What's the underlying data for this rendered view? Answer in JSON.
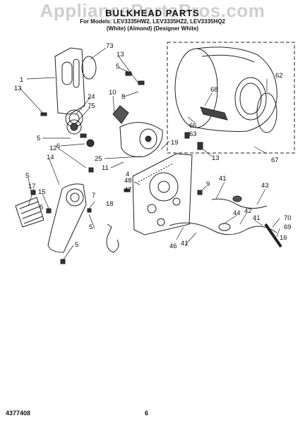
{
  "watermark": "AppliancePartsPros.com",
  "header": {
    "title": "BULKHEAD PARTS",
    "models_line": "For Models: LEV3335HW2, LEV3335HZ2, LEV3335HQ2",
    "colors_line": "(White)     (Almond) (Designer White)"
  },
  "footer": {
    "doc_number": "4377408",
    "page_number": "6"
  },
  "callouts": {
    "c1": "1",
    "c13a": "13",
    "c73": "73",
    "c13b": "13",
    "c5a": "5",
    "c24": "24",
    "c75": "75",
    "c10": "10",
    "c8": "8",
    "c5b": "5",
    "c6": "6",
    "c12": "12",
    "c25": "25",
    "c11": "11",
    "c4": "4",
    "c19": "19",
    "c13c": "13",
    "c14": "14",
    "c5c": "5",
    "c17": "17",
    "c15": "15",
    "c5d": "5",
    "c7": "7",
    "c18": "18",
    "c5e": "5",
    "c5f": "5",
    "c48": "48",
    "c47": "47",
    "c9": "9",
    "c41a": "41",
    "c43": "43",
    "c44": "44",
    "c42": "42",
    "c41b": "41",
    "c70": "70",
    "c69": "69",
    "c16": "16",
    "c46": "46",
    "c41c": "41",
    "c62": "62",
    "c68": "68",
    "c66": "66",
    "c63": "63",
    "c67": "67"
  }
}
